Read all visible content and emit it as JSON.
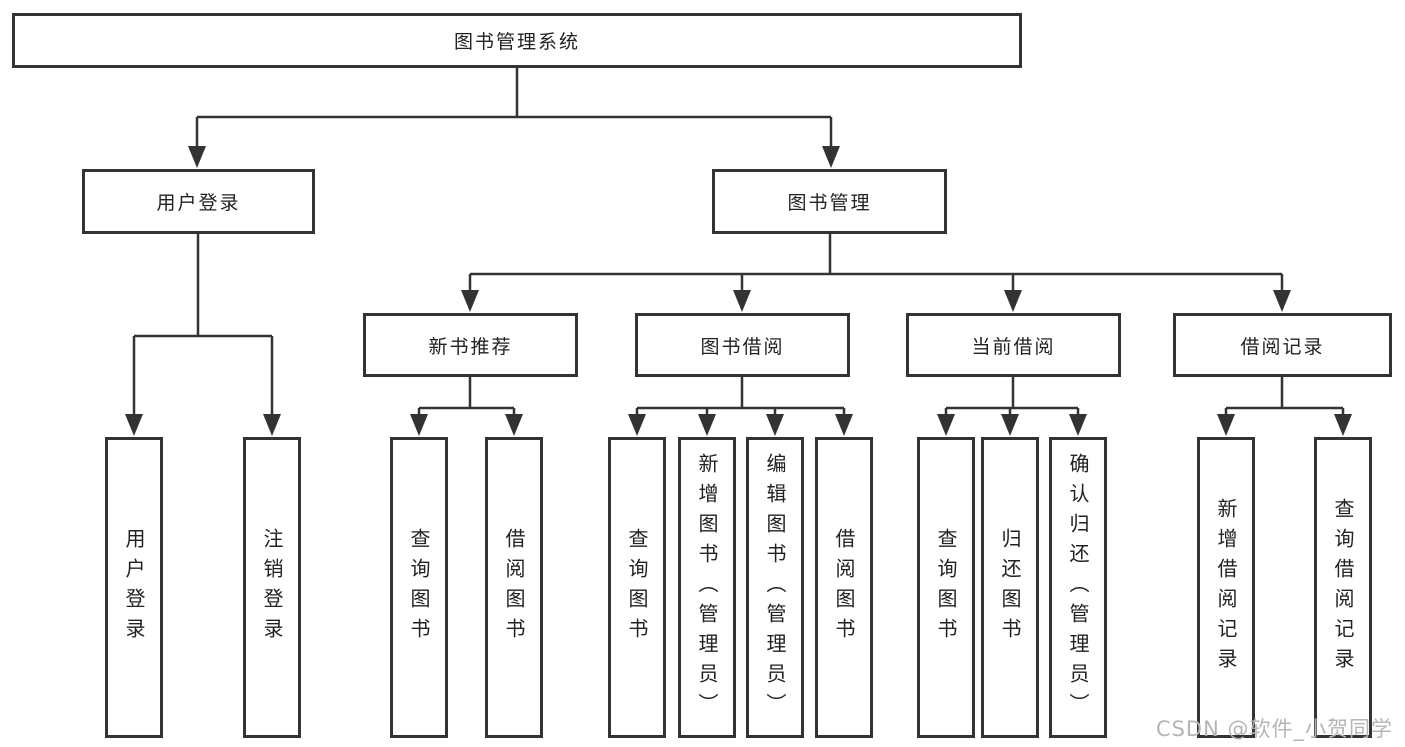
{
  "diagram": {
    "title": "图书管理系统",
    "root": {
      "label": "图书管理系统",
      "children": [
        {
          "label": "用户登录",
          "children": [
            {
              "label": "用户登录"
            },
            {
              "label": "注销登录"
            }
          ]
        },
        {
          "label": "图书管理",
          "children": [
            {
              "label": "新书推荐",
              "children": [
                {
                  "label": "查询图书"
                },
                {
                  "label": "借阅图书"
                }
              ]
            },
            {
              "label": "图书借阅",
              "children": [
                {
                  "label": "查询图书"
                },
                {
                  "label": "新增图书（管理员）"
                },
                {
                  "label": "编辑图书（管理员）"
                },
                {
                  "label": "借阅图书"
                }
              ]
            },
            {
              "label": "当前借阅",
              "children": [
                {
                  "label": "查询图书"
                },
                {
                  "label": "归还图书"
                },
                {
                  "label": "确认归还（管理员）"
                }
              ]
            },
            {
              "label": "借阅记录",
              "children": [
                {
                  "label": "新增借阅记录"
                },
                {
                  "label": "查询借阅记录"
                }
              ]
            }
          ]
        }
      ]
    },
    "colors": {
      "line": "#333333",
      "text": "#222222",
      "box_background": "#ffffff",
      "watermark": "#b5b5b5"
    }
  },
  "watermark": {
    "text": "CSDN @软件_小贺同学"
  }
}
